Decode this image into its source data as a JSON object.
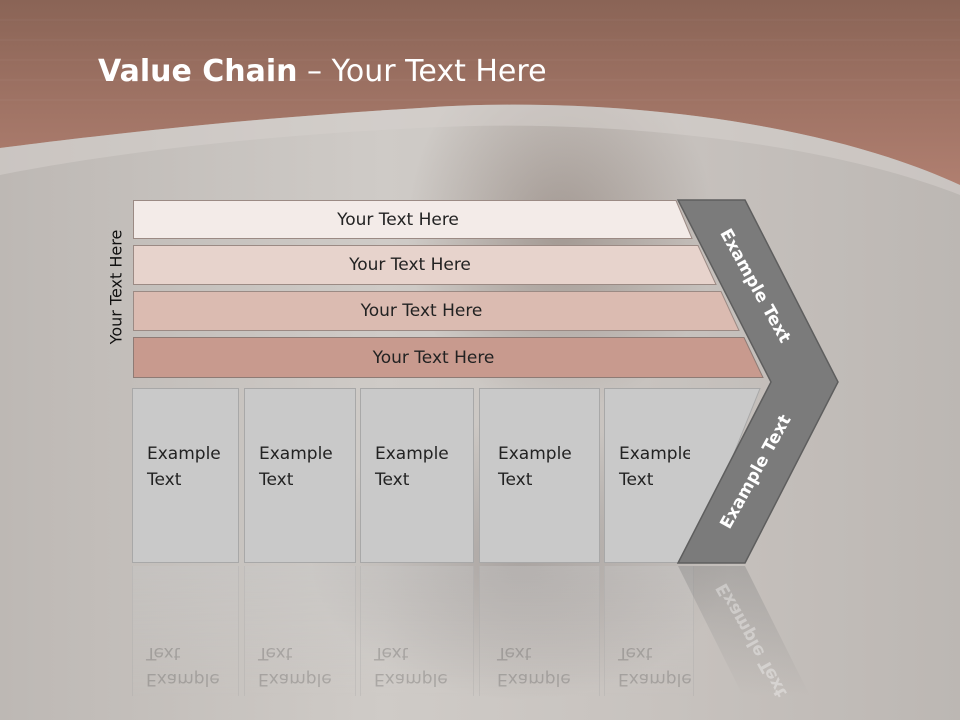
{
  "title": {
    "bold": "Value Chain",
    "rest": " – Your Text Here"
  },
  "side_label": "Your Text Here",
  "bars": [
    {
      "label": "Your Text Here"
    },
    {
      "label": "Your Text Here"
    },
    {
      "label": "Your Text Here"
    },
    {
      "label": "Your Text Here"
    }
  ],
  "boxes": [
    {
      "line1": "Example",
      "line2": "Text"
    },
    {
      "line1": "Example",
      "line2": "Text"
    },
    {
      "line1": "Example",
      "line2": "Text"
    },
    {
      "line1": "Example",
      "line2": "Text"
    },
    {
      "line1": "Example",
      "line2": "Text"
    }
  ],
  "chevron": {
    "upper": "Example Text",
    "lower": "Example Text"
  },
  "colors": {
    "header": "#a9786a",
    "bar1": "#f3ebe8",
    "bar2": "#e7d3cc",
    "bar3": "#dbbbb1",
    "bar4": "#c89a8e",
    "chevron": "#7b7b7b",
    "box": "#c9c9c9"
  }
}
